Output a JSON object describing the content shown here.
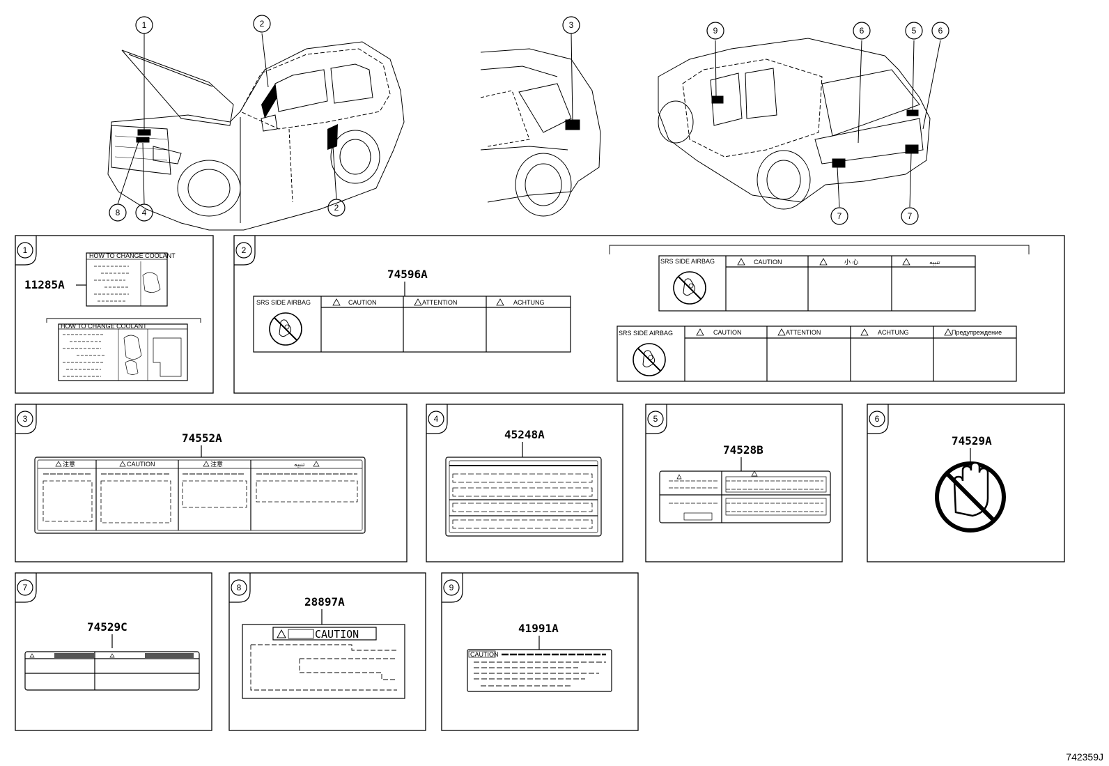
{
  "callouts": {
    "n1": "1",
    "n2": "2",
    "n3": "3",
    "n4": "4",
    "n5": "5",
    "n6": "6",
    "n7": "7",
    "n8": "8",
    "n9": "9"
  },
  "parts": {
    "p1": "11285A",
    "p2": "74596A",
    "p3": "74552A",
    "p4": "45248A",
    "p5": "74528B",
    "p6": "74529A",
    "p7": "74529C",
    "p8": "28897A",
    "p9": "41991A"
  },
  "label_text": {
    "coolant": "HOW TO CHANGE COOLANT",
    "srs": "SRS SIDE AIRBAG",
    "caution": "CAUTION",
    "attention": "ATTENTION",
    "achtung": "ACHTUNG",
    "chinese_warning": "小 心",
    "arabic_warning": "تنبيه",
    "russian_warning": "Предупреждение",
    "zhuyi": "注意",
    "caution_big": "CAUTION"
  },
  "ref_code": "742359J"
}
